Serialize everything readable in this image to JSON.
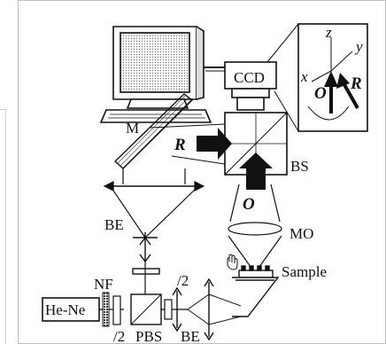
{
  "labels": {
    "ccd": "CCD",
    "m": "M",
    "r": "R",
    "o": "O",
    "bs": "BS",
    "be_left": "BE",
    "mo": "MO",
    "nf": "NF",
    "half_wave_upper": "/2",
    "sample": "Sample",
    "he_ne": "He-Ne",
    "half_wave_lower": "/2",
    "pbs": "PBS",
    "be_bottom": "BE"
  },
  "inset": {
    "z": "z",
    "y": "y",
    "x": "x",
    "o": "O",
    "r": "R"
  }
}
